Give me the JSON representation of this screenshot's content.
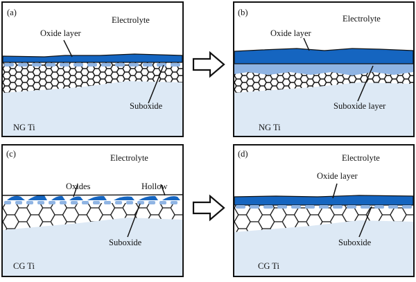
{
  "figure": {
    "panels": [
      {
        "id": "a",
        "tag": "(a)",
        "electrolyte": "Electrolyte",
        "labels": [
          "Oxide layer",
          "Suboxide"
        ],
        "substrate": "NG Ti",
        "grain": "nano"
      },
      {
        "id": "b",
        "tag": "(b)",
        "electrolyte": "Electrolyte",
        "labels": [
          "Oxide layer",
          "Suboxide layer"
        ],
        "substrate": "NG Ti",
        "grain": "nano"
      },
      {
        "id": "c",
        "tag": "(c)",
        "electrolyte": "Electrolyte",
        "labels": [
          "Oxides",
          "Hollow",
          "Suboxide"
        ],
        "substrate": "CG Ti",
        "grain": "coarse"
      },
      {
        "id": "d",
        "tag": "(d)",
        "electrolyte": "Electrolyte",
        "labels": [
          "Oxide layer",
          "Suboxide"
        ],
        "substrate": "CG Ti",
        "grain": "coarse"
      }
    ],
    "arrows": [
      "a-to-b",
      "c-to-d"
    ],
    "colors": {
      "oxide": "#1565c0",
      "suboxide": "#8fb4e3",
      "substrate": "#dde9f5",
      "outline": "#111111"
    }
  }
}
